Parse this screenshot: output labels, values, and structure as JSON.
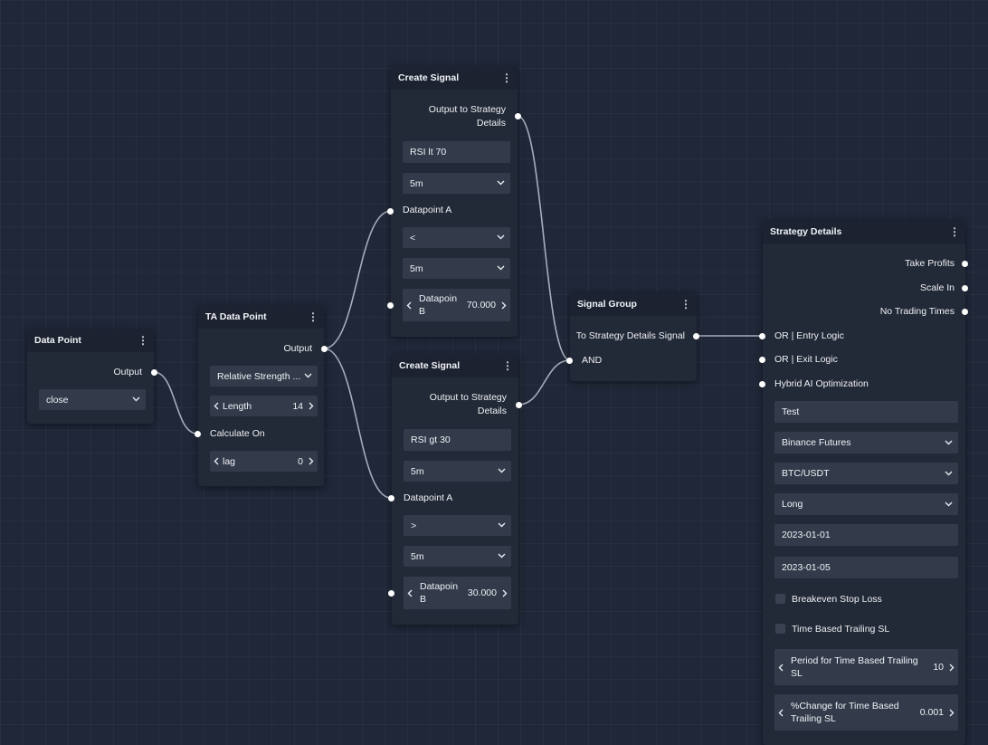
{
  "nodes": {
    "data_point": {
      "title": "Data Point",
      "output_label": "Output",
      "source": "close"
    },
    "ta_data_point": {
      "title": "TA Data Point",
      "output_label": "Output",
      "indicator": "Relative Strength ...",
      "length_label": "Length",
      "length_value": "14",
      "calculate_on_label": "Calculate On",
      "lag_label": "lag",
      "lag_value": "0"
    },
    "create_signal_1": {
      "title": "Create Signal",
      "output_line1": "Output to Strategy",
      "output_line2": "Details",
      "name": "RSI lt 70",
      "timeframe": "5m",
      "datapoint_a_label": "Datapoint A",
      "operator": "<",
      "timeframe_b": "5m",
      "datapoint_b_line1": "Datapoin",
      "datapoint_b_line2": "B",
      "datapoint_b_value": "70.000"
    },
    "create_signal_2": {
      "title": "Create Signal",
      "output_line1": "Output to Strategy",
      "output_line2": "Details",
      "name": "RSI gt 30",
      "timeframe": "5m",
      "datapoint_a_label": "Datapoint A",
      "operator": ">",
      "timeframe_b": "5m",
      "datapoint_b_line1": "Datapoin",
      "datapoint_b_line2": "B",
      "datapoint_b_value": "30.000"
    },
    "signal_group": {
      "title": "Signal Group",
      "output_label": "To Strategy Details Signal",
      "logic_label": "AND"
    },
    "strategy_details": {
      "title": "Strategy Details",
      "take_profits_label": "Take Profits",
      "scale_in_label": "Scale In",
      "no_trading_times_label": "No Trading Times",
      "entry_logic_label": "OR | Entry Logic",
      "exit_logic_label": "OR | Exit Logic",
      "hybrid_label": "Hybrid AI Optimization",
      "strategy_name": "Test",
      "exchange": "Binance Futures",
      "pair": "BTC/USDT",
      "direction": "Long",
      "start_date": "2023-01-01",
      "end_date": "2023-01-05",
      "breakeven_label": "Breakeven Stop Loss",
      "time_trailing_label": "Time Based Trailing SL",
      "period_line1": "Period for Time Based Trailing",
      "period_line2": "SL",
      "period_value": "10",
      "change_line1": "%Change for Time Based",
      "change_line2": "Trailing SL",
      "change_value": "0.001"
    }
  },
  "icons": {
    "menu": "kebab-menu-icon",
    "dropdown": "chevron-down-icon",
    "decrement": "chevron-left-icon",
    "increment": "chevron-right-icon"
  },
  "colors": {
    "canvas": "#1f2738",
    "node": "#232a37",
    "node_header": "#1c2230",
    "field": "#333b4b",
    "wire": "#a6adbb",
    "port": "#ffffff"
  }
}
